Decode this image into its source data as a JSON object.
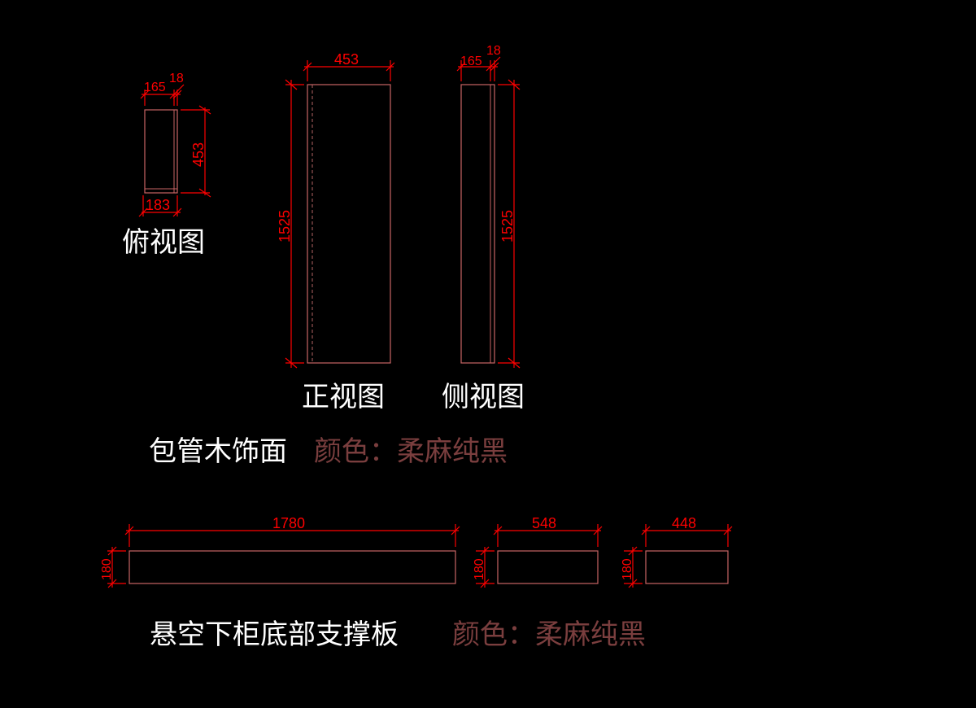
{
  "colors": {
    "background": "#000000",
    "dimension": "#ff0000",
    "outline": "#c86464",
    "hidden_line": "#b46464",
    "label_text": "#ffffff",
    "color_note": "#7a3e3e"
  },
  "top_view": {
    "dim_165": "165",
    "dim_18": "18",
    "dim_453": "453",
    "dim_183": "183",
    "title": "俯视图"
  },
  "front_view": {
    "dim_453": "453",
    "dim_1525": "1525",
    "title": "正视图"
  },
  "side_view": {
    "dim_165": "165",
    "dim_18": "18",
    "dim_1525": "1525",
    "title": "侧视图"
  },
  "group1_caption": {
    "name": "包管木饰面",
    "color_note": "颜色：柔麻纯黑"
  },
  "boards": {
    "board1_width": "1780",
    "board1_height": "180",
    "board2_width": "548",
    "board2_height": "180",
    "board3_width": "448",
    "board3_height": "180"
  },
  "group2_caption": {
    "name": "悬空下柜底部支撑板",
    "color_note": "颜色：柔麻纯黑"
  }
}
